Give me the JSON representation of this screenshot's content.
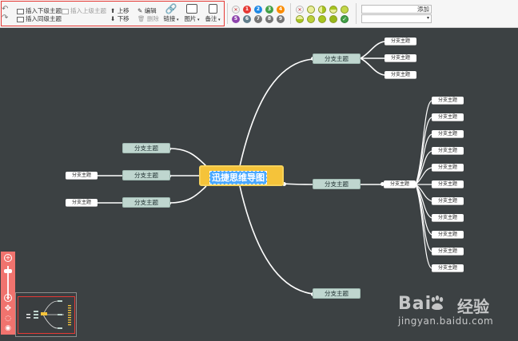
{
  "toolbar": {
    "insert_child": "插入下级主题",
    "insert_sibling": "插入同级主题",
    "insert_parent": "插入上级主题",
    "move_up": "上移",
    "move_down": "下移",
    "edit": "编辑",
    "delete": "删除",
    "link": "链接",
    "image": "图片",
    "note": "备注",
    "priorities": [
      {
        "label": "1",
        "color": "#e53935"
      },
      {
        "label": "2",
        "color": "#1e88e5"
      },
      {
        "label": "3",
        "color": "#43a047"
      },
      {
        "label": "4",
        "color": "#fb8c00"
      },
      {
        "label": "5",
        "color": "#8e44ad"
      },
      {
        "label": "6",
        "color": "#607d8b"
      },
      {
        "label": "7",
        "color": "#757575"
      },
      {
        "label": "8",
        "color": "#757575"
      },
      {
        "label": "9",
        "color": "#757575"
      }
    ],
    "add_label": "添加"
  },
  "mindmap": {
    "root": "迅捷思维导图",
    "branch_label": "分支主题",
    "leaf_label": "分支主题"
  },
  "watermark": {
    "logo": "Bai",
    "logo_suffix": "经验",
    "url": "jingyan.baidu.com"
  },
  "colors": {
    "canvas": "#3c4143",
    "root": "#f5c33a",
    "branch": "#bfd6cf",
    "selection": "#4aa8ff",
    "toolbar_highlight": "#e53935"
  }
}
